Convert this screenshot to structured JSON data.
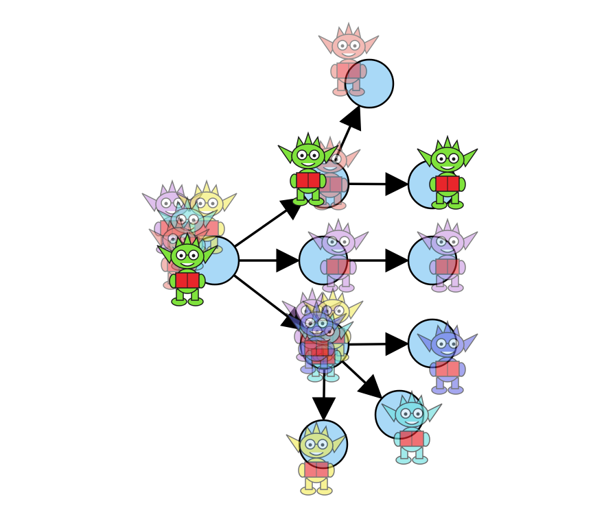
{
  "colors": {
    "background": "#ffffff",
    "node_fill": "#a9d9f7",
    "node_stroke": "#000000",
    "edge_stroke": "#000000",
    "book": "#e8262b",
    "goblin_green": "#7fe23c",
    "goblin_red": "#e9786d",
    "goblin_purple": "#c68ee0",
    "goblin_yellow": "#f2ea4f",
    "goblin_blue": "#6a6ee6",
    "goblin_cyan": "#6fe0e0"
  },
  "diagram": {
    "type": "tree",
    "nodes": [
      {
        "id": "root",
        "goblins": [
          {
            "color": "goblin_purple",
            "opacity": 0.55
          },
          {
            "color": "goblin_yellow",
            "opacity": 0.55
          },
          {
            "color": "goblin_cyan",
            "opacity": 0.55
          },
          {
            "color": "goblin_red",
            "opacity": 0.5
          },
          {
            "color": "goblin_green",
            "opacity": 1
          }
        ]
      },
      {
        "id": "upper",
        "goblins": [
          {
            "color": "goblin_red",
            "opacity": 0.5
          },
          {
            "color": "goblin_green",
            "opacity": 1
          }
        ]
      },
      {
        "id": "top-leaf",
        "goblins": [
          {
            "color": "goblin_red",
            "opacity": 0.5
          }
        ]
      },
      {
        "id": "upper-right",
        "goblins": [
          {
            "color": "goblin_green",
            "opacity": 1
          }
        ]
      },
      {
        "id": "middle",
        "goblins": [
          {
            "color": "goblin_purple",
            "opacity": 0.55
          }
        ]
      },
      {
        "id": "middle-right",
        "goblins": [
          {
            "color": "goblin_purple",
            "opacity": 0.55
          }
        ]
      },
      {
        "id": "lower",
        "goblins": [
          {
            "color": "goblin_purple",
            "opacity": 0.55
          },
          {
            "color": "goblin_yellow",
            "opacity": 0.55
          },
          {
            "color": "goblin_cyan",
            "opacity": 0.6
          },
          {
            "color": "goblin_blue",
            "opacity": 0.55
          }
        ]
      },
      {
        "id": "lower-right",
        "goblins": [
          {
            "color": "goblin_blue",
            "opacity": 0.6
          }
        ]
      },
      {
        "id": "lower-diagonal",
        "goblins": [
          {
            "color": "goblin_cyan",
            "opacity": 0.65
          }
        ]
      },
      {
        "id": "bottom",
        "goblins": [
          {
            "color": "goblin_yellow",
            "opacity": 0.6
          }
        ]
      }
    ],
    "edges": [
      {
        "from": "root",
        "to": "upper"
      },
      {
        "from": "root",
        "to": "middle"
      },
      {
        "from": "root",
        "to": "lower"
      },
      {
        "from": "upper",
        "to": "top-leaf"
      },
      {
        "from": "upper",
        "to": "upper-right"
      },
      {
        "from": "middle",
        "to": "middle-right"
      },
      {
        "from": "lower",
        "to": "lower-right"
      },
      {
        "from": "lower",
        "to": "lower-diagonal"
      },
      {
        "from": "lower",
        "to": "bottom"
      }
    ]
  }
}
